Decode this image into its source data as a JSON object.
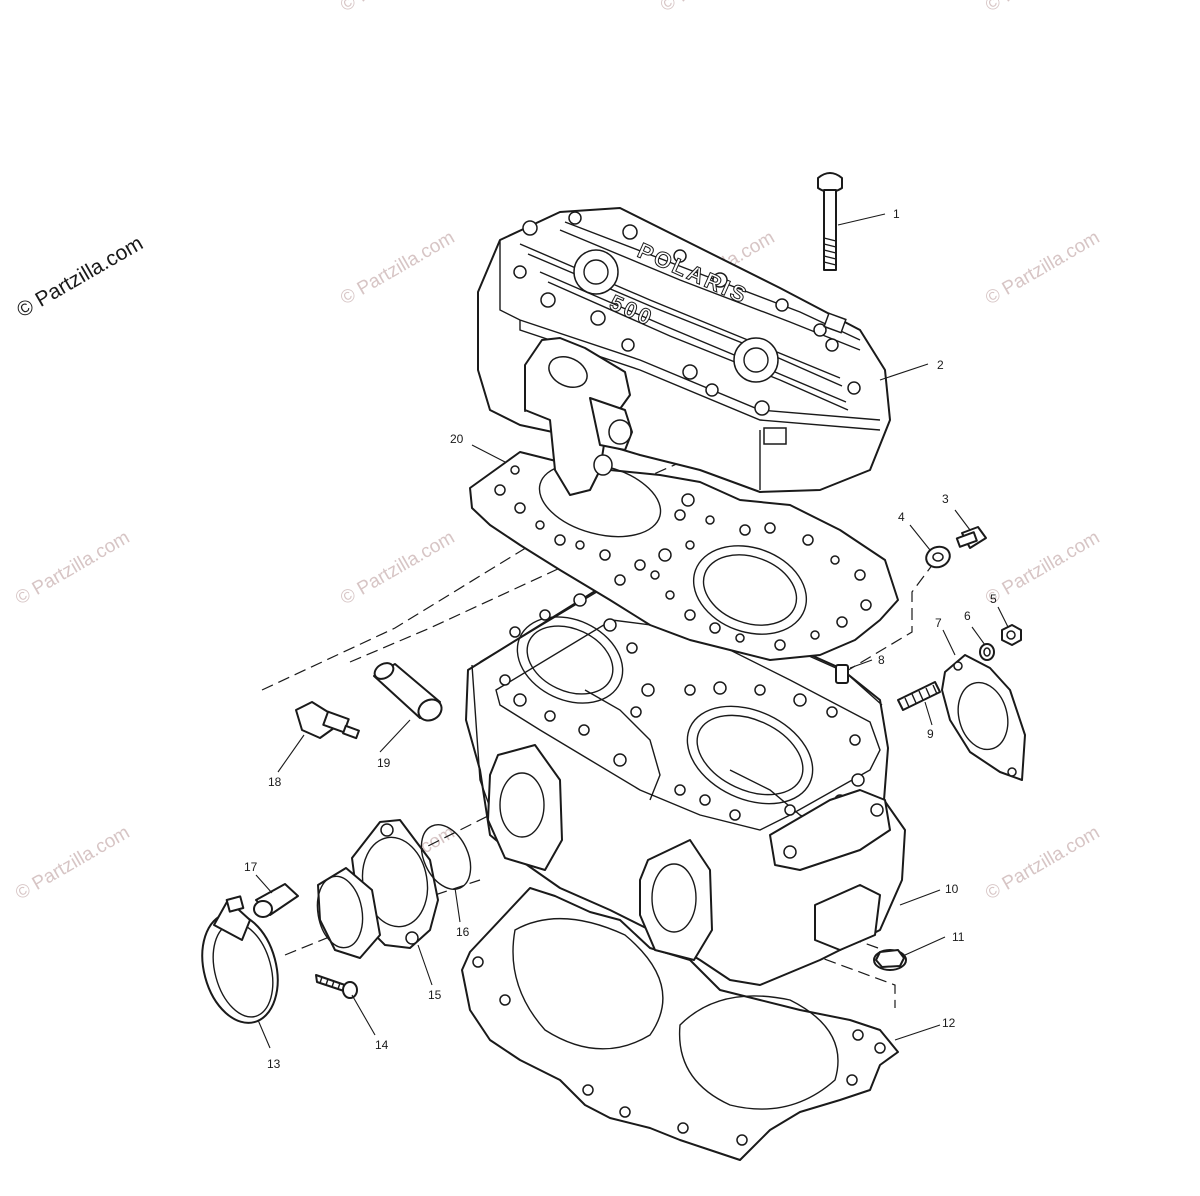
{
  "watermark": {
    "main": "© Partzilla.com",
    "repeat": "© Partzilla.com"
  },
  "emboss": {
    "brand": "POLARIS",
    "model": "500"
  },
  "callouts": [
    "1",
    "2",
    "3",
    "4",
    "5",
    "6",
    "7",
    "8",
    "9",
    "10",
    "11",
    "12",
    "13",
    "14",
    "15",
    "16",
    "17",
    "18",
    "19",
    "20"
  ]
}
